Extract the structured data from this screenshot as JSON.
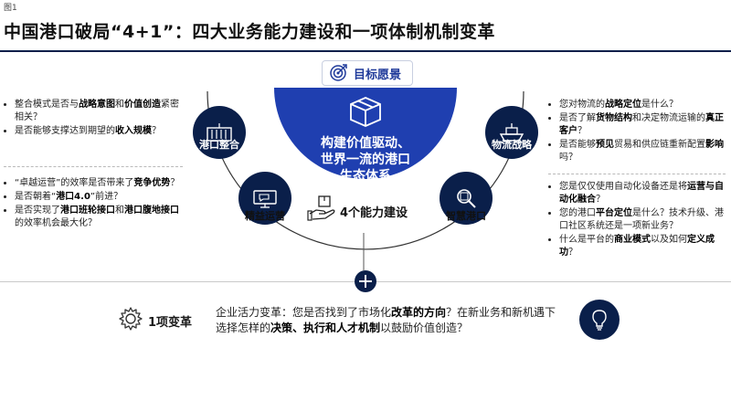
{
  "figure_label": "图1",
  "title": "中国港口破局“4+1”：四大业务能力建设和一项体制机制变革",
  "goal_label": "目标愿景",
  "core": {
    "line1": "构建价值驱动、",
    "line2": "世界一流的港口",
    "line3": "生态体系"
  },
  "circles": {
    "port_integration": "港口整合",
    "logistics_strategy": "物流战略",
    "lean_operations": "精益运营",
    "smart_port": "智慧港口"
  },
  "capability_label": "4个能力建设",
  "left_top": [
    {
      "pre": "整合模式是否与",
      "b1": "战略意图",
      "mid": "和",
      "b2": "价值创造",
      "post": "紧密相关？"
    },
    {
      "pre": "是否能够支撑达到期望的",
      "b1": "收入规模",
      "mid": "",
      "b2": "",
      "post": "？"
    }
  ],
  "left_bottom": [
    {
      "pre": "“卓越运营”的效率是否带来了",
      "b1": "竞争优势",
      "mid": "",
      "b2": "",
      "post": "？"
    },
    {
      "pre": "是否朝着“",
      "b1": "港口4.0",
      "mid": "",
      "b2": "",
      "post": "”前进？"
    },
    {
      "pre": "是否实现了",
      "b1": "港口班轮接口",
      "mid": "和",
      "b2": "港口腹地接口",
      "post": "的效率机会最大化？"
    }
  ],
  "right_top": [
    {
      "pre": "您对物流的",
      "b1": "战略定位",
      "mid": "",
      "b2": "",
      "post": "是什么？"
    },
    {
      "pre": "是否了解",
      "b1": "货物结构",
      "mid": "和决定物流运输的",
      "b2": "真正客户",
      "post": "？"
    },
    {
      "pre": "是否能够",
      "b1": "预见",
      "mid": "贸易和供应链重新配置",
      "b2": "影响",
      "post": "吗？"
    }
  ],
  "right_bottom": [
    {
      "pre": "您是仅仅使用自动化设备还是将",
      "b1": "运营与自动化融合",
      "mid": "",
      "b2": "",
      "post": "？"
    },
    {
      "pre": "您的港口",
      "b1": "平台定位",
      "mid": "",
      "b2": "",
      "post": "是什么？技术升级、港口社区系统还是一项新业务？"
    },
    {
      "pre": "什么是平台的",
      "b1": "商业模式",
      "mid": "以及如何",
      "b2": "定义成功",
      "post": "？"
    }
  ],
  "reform": {
    "label": "1项变革",
    "pre": "企业活力变革：您是否找到了市场化",
    "b1": "改革的方向",
    "mid": "？在新业务和新机遇下选择怎样的",
    "b2": "决策、执行和人才机制",
    "post": "以鼓励价值创造？"
  },
  "icons": {
    "goal": "target-icon",
    "box": "box-icon",
    "container": "container-icon",
    "ship": "ship-icon",
    "lean": "monitor-chat-icon",
    "smart": "magnifier-icon",
    "hand_box": "hand-box-icon",
    "gear": "gear-icon",
    "bulb": "lightbulb-icon"
  },
  "colors": {
    "navy": "#0a1f4a",
    "blue": "#1f3fb0",
    "accent": "#1f3a9a"
  }
}
